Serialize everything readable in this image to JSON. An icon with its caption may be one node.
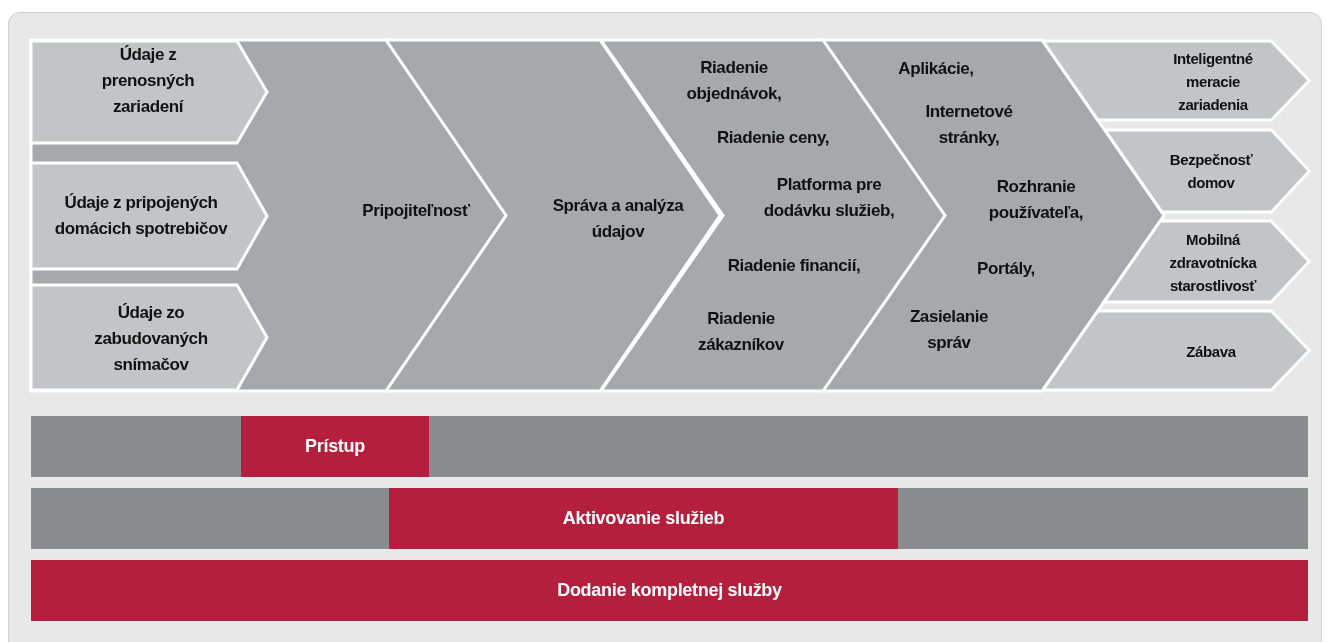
{
  "diagram": {
    "nodes": [
      {
        "text": [
          "Údaje z prenosných zariadení"
        ],
        "in": 3
      },
      {
        "text": [
          "Údaje z pripojených domácich spotrebičov"
        ],
        "in": 3
      },
      {
        "text": [
          "Údaje zo zabudovaných snímačov"
        ],
        "in": 3
      },
      {
        "text": [
          "Pripojiteľnosť"
        ]
      },
      {
        "text": [
          "Správa a analýza údajov"
        ]
      },
      {
        "text": [
          "Riadenie objednávok,",
          "Riadenie ceny,",
          "Platforma pre dodávku služieb,",
          "Riadenie financií,",
          "Riadenie zákazníkov"
        ]
      },
      {
        "text": [
          "Aplikácie,",
          "Internetové stránky,",
          "Rozhranie používateľa,",
          "Portály,",
          "Zasielanie správ"
        ]
      },
      {
        "text": [
          "Inteligentné meracie zariadenia"
        ]
      },
      {
        "text": [
          "Bezpečnosť domov"
        ]
      },
      {
        "text": [
          "Mobilná zdravotnícka starostlivosť"
        ]
      },
      {
        "text": [
          "Zábava"
        ]
      },
      {
        "text": [],
        "shape": "bar"
      },
      {
        "text": [
          "Prístup"
        ],
        "in": 11
      },
      {
        "text": [],
        "shape": "bar"
      },
      {
        "text": [
          "Aktivovanie služieb"
        ],
        "in": 13
      },
      {
        "text": [
          "Dodanie kompletnej služby"
        ]
      }
    ]
  }
}
